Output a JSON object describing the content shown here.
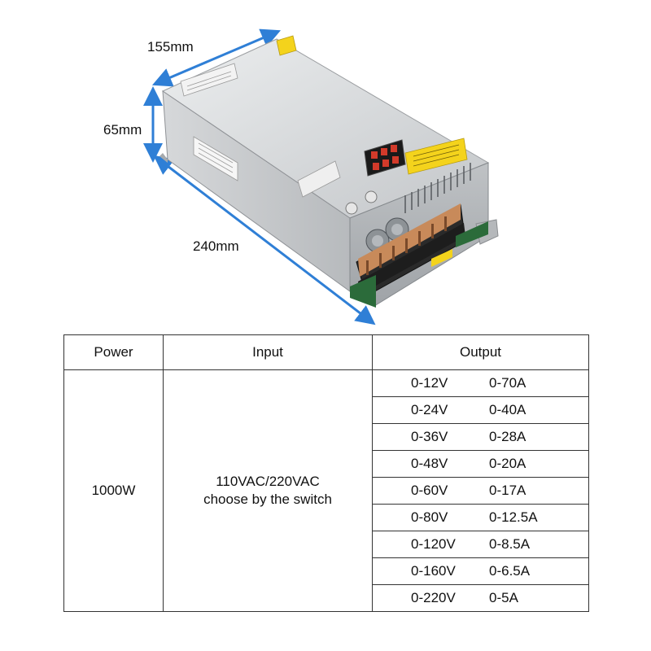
{
  "dimensions": {
    "width": "155mm",
    "height": "65mm",
    "length": "240mm"
  },
  "table": {
    "headers": [
      "Power",
      "Input",
      "Output"
    ],
    "power": "1000W",
    "input_lines": [
      "110VAC/220VAC",
      "choose by the switch"
    ],
    "outputs": [
      {
        "voltage": "0-12V",
        "current": "0-70A"
      },
      {
        "voltage": "0-24V",
        "current": "0-40A"
      },
      {
        "voltage": "0-36V",
        "current": "0-28A"
      },
      {
        "voltage": "0-48V",
        "current": "0-20A"
      },
      {
        "voltage": "0-60V",
        "current": "0-17A"
      },
      {
        "voltage": "0-80V",
        "current": "0-12.5A"
      },
      {
        "voltage": "0-120V",
        "current": "0-8.5A"
      },
      {
        "voltage": "0-160V",
        "current": "0-6.5A"
      },
      {
        "voltage": "0-220V",
        "current": "0-5A"
      }
    ]
  },
  "colors": {
    "arrow": "#2f7fd6",
    "case": "#c9cbcd",
    "label_yellow": "#f4d31c",
    "terminal_copper": "#c88a5a"
  },
  "icons": [
    "dimension-arrow",
    "digital-display",
    "adjust-knob",
    "terminal-block"
  ]
}
